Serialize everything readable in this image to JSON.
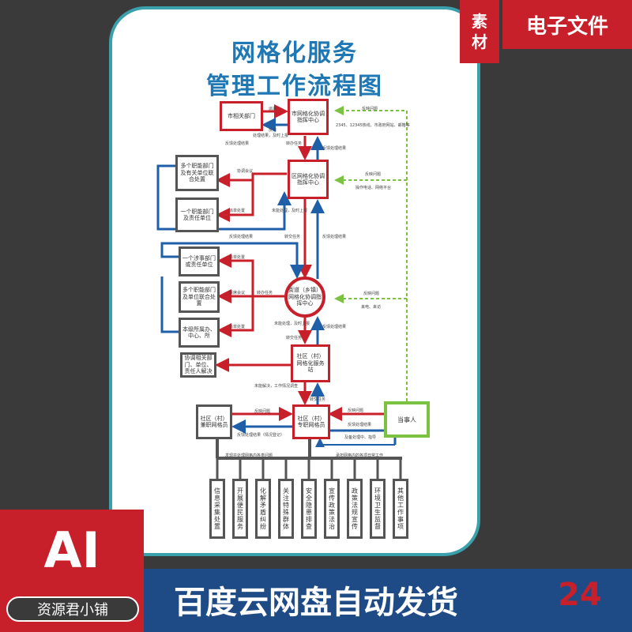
{
  "title_line1": "网格化服务",
  "title_line2": "管理工作流程图",
  "tag_left": [
    "素",
    "材"
  ],
  "tag_right": "电子文件",
  "ai_label": "AI",
  "shop_name": "资源君小铺",
  "slogan": "百度云网盘自动发货",
  "slogan_number": "24",
  "nodes": {
    "city_dept": "市相关部门",
    "city_center": "市网格化协调指挥中心",
    "district_center": "区网格化协调指挥中心",
    "multi_dept_joint": "多个职能部门及有关单位联合处置",
    "single_dept": "一个职能部门及责任单位",
    "one_dept_unit": "一个涉事部门或责任单位",
    "multi_dept_unit": "多个职能部门及单位联合处置",
    "local_office": "本级所属办、中心、所",
    "street_center": "街道（乡镇）网格化协调指挥中心",
    "community_station": "社区（村）网格化服务站",
    "coordinate": "协调相关部门、单位、责任人解决",
    "part_time": "社区（村）兼职网格员",
    "full_time": "社区（村）专职网格员",
    "party": "当事人"
  },
  "categories": [
    "信息采集处置",
    "开展便民服务",
    "化解矛盾纠纷",
    "关注特殊群体",
    "安全隐患排查",
    "宣传政策法治",
    "政策法规宣传",
    "环境卫生监督",
    "其他工作事项"
  ],
  "labels": {
    "l1": "派遣",
    "l2": "反馈",
    "l3": "反映问题",
    "l4": "2345、12345热线、市政府网站、邮箱等",
    "l5": "处理结果，及时上报",
    "l6": "反馈处理结果",
    "l7": "转办任务",
    "l8": "反馈处理结果",
    "l9": "协调会议",
    "l10": "反映问题",
    "l11": "操作电话、网络平台",
    "l12": "派单处置",
    "l13": "反馈处理结果",
    "l14": "未能处理，及时上报",
    "l15": "转交任务",
    "l16": "反馈处理结果",
    "l17": "派单处置",
    "l18": "联席会议",
    "l19": "转办任务",
    "l20": "派单处置",
    "l21": "反映问题",
    "l22": "来电、来访",
    "l23": "未能处理，及时上报",
    "l24": "转交任务",
    "l25": "反馈处理结果",
    "l26": "未能解决，工作情况调查",
    "l27": "转交任务",
    "l28": "反映问题",
    "l29": "反映问题",
    "l30": "反馈处理结果",
    "l31": "反馈处理结果（情况登记）",
    "l32": "反馈处理结果",
    "l33": "及备处理中、指导",
    "l34": "发现并处理网格内各类问题",
    "l35": "承担网格内的各项日常工作"
  },
  "colors": {
    "red": "#c8202a",
    "blue": "#1f5fa8",
    "green": "#7cc242",
    "teal": "#3aa0ac",
    "gray": "#555555"
  }
}
